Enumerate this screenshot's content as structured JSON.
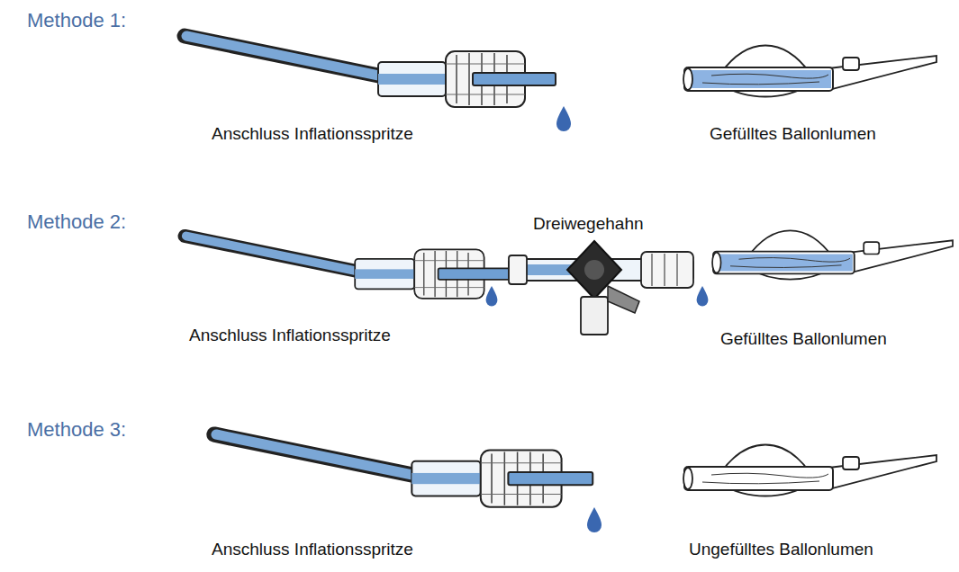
{
  "diagram": {
    "labels": [
      "Methode 1:",
      "Anschluss Inflationsspritze",
      "Gefülltes Ballonlumen",
      "Methode 2:",
      "Dreiwegehahn",
      "Anschluss Inflationsspritze",
      "Gefülltes Ballonlumen",
      "Methode 3:",
      "Anschluss Inflationsspritze",
      "Ungefülltes Ballonlumen"
    ]
  }
}
